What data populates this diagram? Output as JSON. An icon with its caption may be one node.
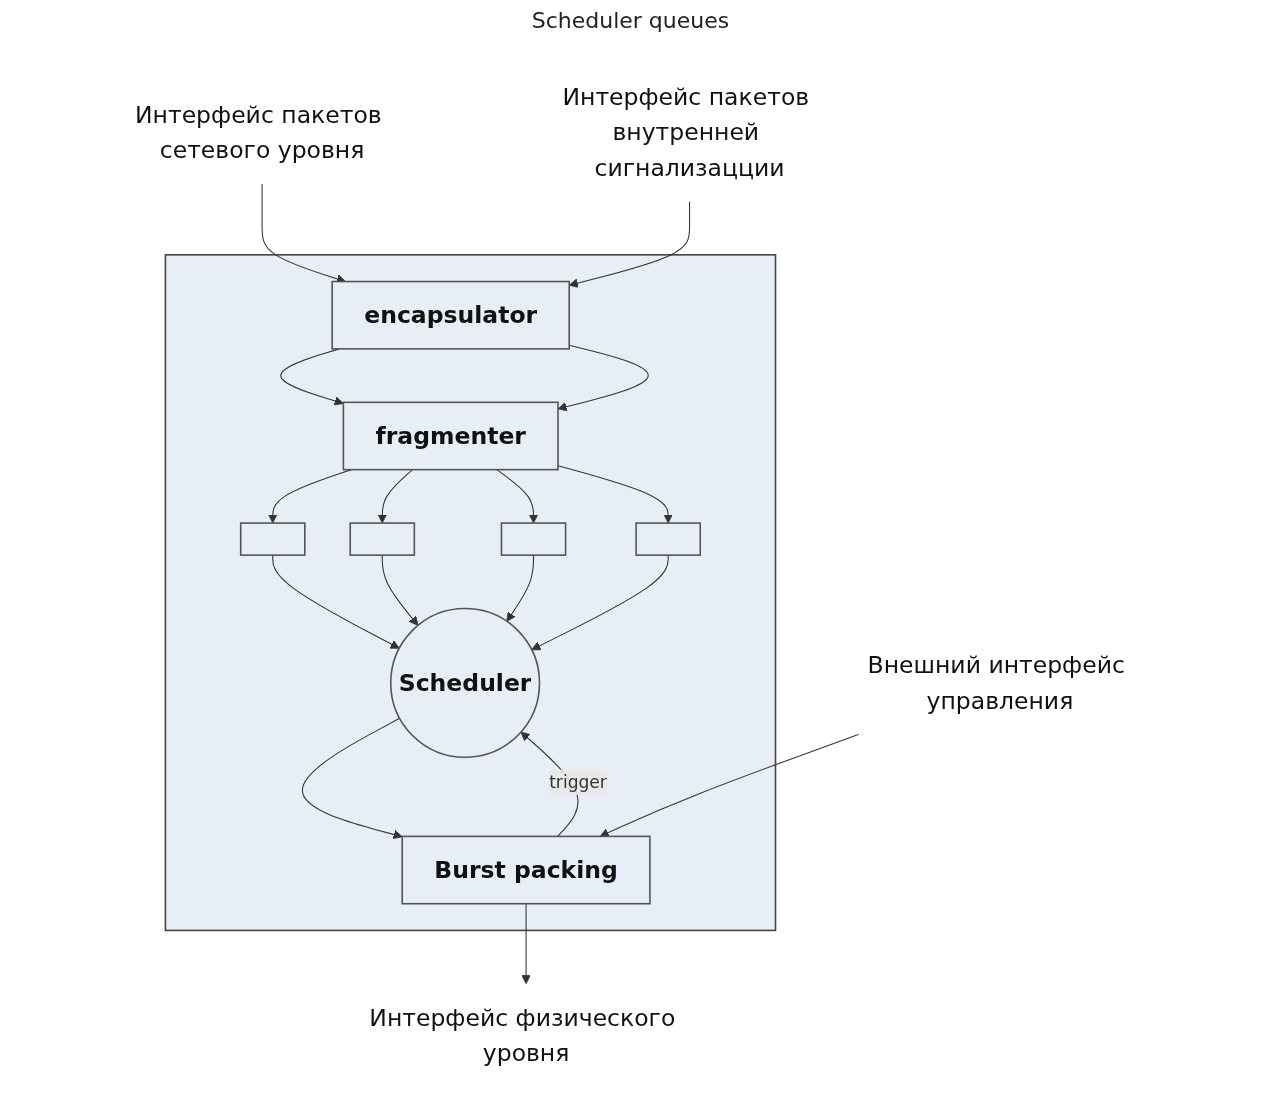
{
  "diagram": {
    "nodes": [
      {
        "text": [],
        "shape": "box"
      },
      {
        "text": [
          "Интерфейс пакетов сетевого уровня"
        ]
      },
      {
        "text": [
          "Интерфейс пакетов внутренней сигнализацции"
        ]
      },
      {
        "text": [
          "encapsulator"
        ],
        "in": 0
      },
      {
        "text": [
          "fragmenter"
        ],
        "in": 0
      },
      {
        "text": [],
        "shape": "box",
        "in": 0
      },
      {
        "text": [],
        "shape": "box",
        "in": 0
      },
      {
        "text": [],
        "shape": "box",
        "in": 0
      },
      {
        "text": [],
        "shape": "box",
        "in": 0
      },
      {
        "text": [
          "Scheduler"
        ],
        "in": 0
      },
      {
        "text": [
          "Burst packing"
        ],
        "in": 0
      },
      {
        "text": [
          "Внешний интерфейс управления"
        ]
      },
      {
        "text": [
          "Интерфейс физического уровня"
        ]
      }
    ],
    "edges": [
      {
        "from": 1,
        "to": 3,
        "arrow": "to"
      },
      {
        "from": 2,
        "to": 3,
        "arrow": "to"
      },
      {
        "from": 3,
        "to": 4,
        "arrow": "to"
      },
      {
        "from": 3,
        "to": 4,
        "arrow": "to"
      },
      {
        "from": 4,
        "to": 5,
        "arrow": "to"
      },
      {
        "from": 4,
        "to": 6,
        "arrow": "to"
      },
      {
        "from": 4,
        "to": 7,
        "arrow": "to"
      },
      {
        "from": 4,
        "to": 8,
        "arrow": "to"
      },
      {
        "from": 5,
        "to": 9,
        "arrow": "to"
      },
      {
        "from": 6,
        "to": 9,
        "arrow": "to"
      },
      {
        "from": 7,
        "to": 9,
        "arrow": "to"
      },
      {
        "from": 8,
        "to": 9,
        "arrow": "to"
      },
      {
        "from": 9,
        "to": 10,
        "arrow": "to"
      },
      {
        "from": 10,
        "to": 9,
        "arrow": "to",
        "label": "trigger"
      },
      {
        "from": 11,
        "to": 10,
        "arrow": "to"
      },
      {
        "from": 10,
        "to": 12,
        "arrow": "to"
      }
    ],
    "labels": [
      "Scheduler queues"
    ]
  }
}
